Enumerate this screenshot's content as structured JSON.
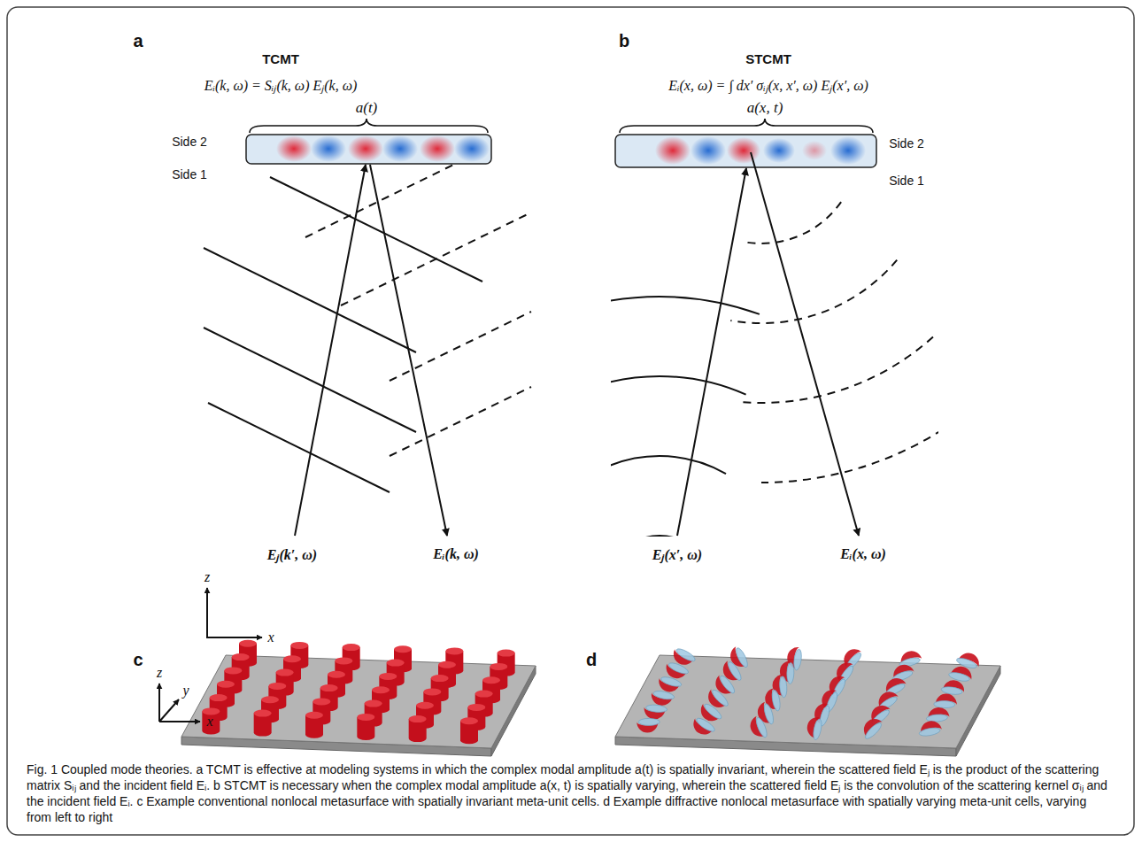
{
  "diagram": {
    "caption": "Fig. 1 Coupled mode theories. a TCMT is effective at modeling systems in which the complex modal amplitude a(t) is spatially invariant, wherein the scattered field Eⱼ is the product of the scattering matrix Sᵢⱼ and the incident field Eᵢ. b STCMT is necessary when the complex modal amplitude a(x, t) is spatially varying, wherein the scattered field Eⱼ is the convolution of the scattering kernel σᵢⱼ and the incident field Eᵢ. c Example conventional nonlocal metasurface with spatially invariant meta-unit cells. d Example diffractive nonlocal metasurface with spatially varying meta-unit cells, varying from left to right",
    "labels": [
      "a",
      "TCMT",
      "Eᵢ(k, ω) = Sᵢⱼ(k, ω) Eⱼ(k, ω)",
      "a(t)",
      "Side 2",
      "Side 1",
      "z",
      "x",
      "Eⱼ(k′, ω)",
      "Eᵢ(k, ω)",
      "b",
      "STCMT",
      "Eᵢ(x, ω) = ∫ dx′ σᵢⱼ(x, x′, ω) Eⱼ(x′, ω)",
      "a(x, t)",
      "Side 2",
      "Side 1",
      "Eⱼ(x′, ω)",
      "Eᵢ(x, ω)",
      "c",
      "z",
      "y",
      "x",
      "d"
    ]
  }
}
